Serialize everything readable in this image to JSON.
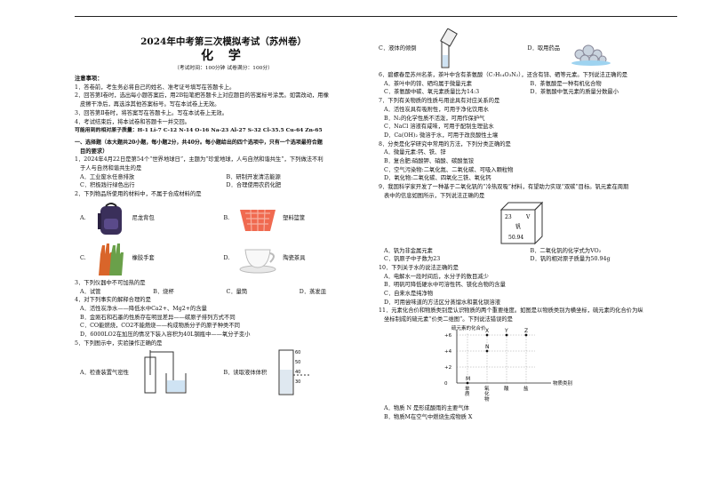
{
  "exam": {
    "title": "2024年中考第三次模拟考试（苏州卷）",
    "subject": "化 学",
    "meta": "（考试时间：100分钟  试卷满分：100分）"
  },
  "notes": {
    "heading": "注意事项：",
    "items": [
      "1．答卷前，考生务必将自己的姓名、准考证号填写在答题卡上。",
      "2．回答第Ⅰ卷时，选出每小题答案后，用2B铅笔把答题卡上对应题目的答案标号涂黑。如需改动，用橡",
      "皮擦干净后，再选涂其他答案标号。写在本试卷上无效。",
      "3．回答第Ⅱ卷时，将答案写在答题卡上。写在本试卷上无效。",
      "4．考试结束后，将本试卷和答题卡一并交回。"
    ],
    "atomic": "可能用到的相对原子质量：H-1  Li-7  C-12  N-14  O-16  Na-23  Al-27  S-32  Cl-35.5  Cu-64  Zn-65"
  },
  "section1": {
    "heading": "一、选择题（本大题共20小题，每小题2分，共40分。每小题给出的四个选项中，只有一个选项最符合题",
    "heading2": "目的要求）"
  },
  "q1": {
    "stem": "1．2024年4月22日是第54个“世界地球日”，主题为“珍爱地球，人与自然和谐共生”，下列做法不利",
    "stem2": "于人与自然和谐共生的是",
    "a": "A．工业废水任意排放",
    "b": "B．研制开发清洁能源",
    "c": "C．积极践行绿色出行",
    "d": "D．合理使用农药化肥"
  },
  "q2": {
    "stem": "2．下列物品所使用的材料中，不属于合成材料的是",
    "a": "A.",
    "a_label": "尼龙背包",
    "b": "B.",
    "b_label": "塑料篮筐",
    "c": "C.",
    "c_label": "橡胶手套",
    "d": "D.",
    "d_label": "陶瓷茶具"
  },
  "q3": {
    "stem": "3．下列仪器中不可加热的是",
    "a": "A．试管",
    "b": "B．烧杯",
    "c": "C．量筒",
    "d": "D．蒸发皿"
  },
  "q4": {
    "stem": "4．对下列事实的解释合理的是",
    "a": "A．活性炭净水——降低水中Ca2+、Mg2+的含量",
    "b": "B．金刚石和石墨的性质存在明显差异——碳原子排列方式不同",
    "c": "C．CO能燃烧，CO2不能燃烧——构成物质分子的原子种类不同",
    "d": "D．6000LO2在加压的情况下装入容积为40L钢瓶中——氧分子变小"
  },
  "q5": {
    "stem": "5．下列图示中，实验操作正确的是",
    "a": "A．检查装置气密性",
    "b": "B．读取液体体积",
    "c": "C．液体的倾倒",
    "d": "D．取用药品",
    "scale": [
      "60",
      "50",
      "40",
      "30"
    ]
  },
  "q6": {
    "stem": "6．碧螺春是苏州名茶，茶叶中含有茶氨酸（C₇H₁₄O₃N₂），还含有锌、硒等元素。下列说法正确的是",
    "a": "A．茶叶中的锌、硒均属于微量元素",
    "b": "B．茶氨酸是一种有机化合物",
    "c": "C．茶氨酸中碳、氧元素质量比为14:3",
    "d": "D．茶氨酸中氢元素的质量分数最小"
  },
  "q7": {
    "stem": "7．下列有关物质的性质与用途具有对应关系的是",
    "a": "A．活性炭具有吸附性，可用于净化饮用水",
    "b": "B．N₂的化学性质不活泼，可用作保护气",
    "c": "C．NaCl 溶液有咸味，可用于配制生理盐水",
    "d": "D．Ca(OH)₂ 微溶于水，可用于改良酸性土壤"
  },
  "q8": {
    "stem": "8．分类是化学研究中常用的方法，下列分类正确的是",
    "a": "A．微量元素:钙、铁、锌",
    "b": "B．复合肥:硝酸钾、硝酸、碳酸氢铵",
    "c": "C．空气污染物:二氧化氮、二氧化碳、可吸入颗粒物",
    "d": "D．氧化物:二氧化碳、四氧化三铁、氧化钙"
  },
  "q9": {
    "stem": "9．我国科学家开发了一种基于二氧化钒的“冷热双吸”材料，有望助力实现“双碳”目标。钒元素在周期",
    "stem2": "表中的信息如图所示，下列说法正确的是",
    "cell_number": "23",
    "cell_symbol": "V",
    "cell_name": "钒",
    "cell_mass": "50.94",
    "a": "A．钒为非金属元素",
    "b": "B．二氧化钒的化学式为VO₂",
    "c": "C．钒原子中子数为23",
    "d": "D．钒的相对原子质量为50.94g"
  },
  "q10": {
    "stem": "10．下列关于水的说法正确的是",
    "a": "A．电解水一段时间后，水分子的数目减少",
    "b": "B．明矾可降低硬水中可溶性钙、镁化合物的含量",
    "c": "C．自来水是纯净物",
    "d": "D．可用尝味道的方法区分蒸馏水和氯化钡溶液"
  },
  "q11": {
    "stem": "11．元素化合价和物质类别是认识物质的两个重要维度。如图是以物质类别为横坐标，硫元素的化合价为纵",
    "stem2": "坐标制成的硫元素“价类二维图”。下列说法错误的是",
    "a": "A．物质 N 是形成酸雨的主要气体",
    "b": "B．物质M在空气中燃烧生成物质 X"
  },
  "chart_data": {
    "type": "scatter",
    "title": "",
    "ylabel": "硫元素的化合价",
    "xlabel": "物质类别",
    "y_ticks": [
      "+6",
      "+4",
      "+2",
      "0"
    ],
    "x_categories": [
      "单质",
      "氧化物",
      "酸",
      "盐"
    ],
    "points": [
      {
        "label": "M",
        "x": "单质",
        "y": 0
      },
      {
        "label": "N",
        "x": "氧化物",
        "y": 4
      },
      {
        "label": "X",
        "x": "氧化物",
        "y": 6
      },
      {
        "label": "Y",
        "x": "酸",
        "y": 6
      },
      {
        "label": "Z",
        "x": "盐",
        "y": 6
      }
    ]
  }
}
